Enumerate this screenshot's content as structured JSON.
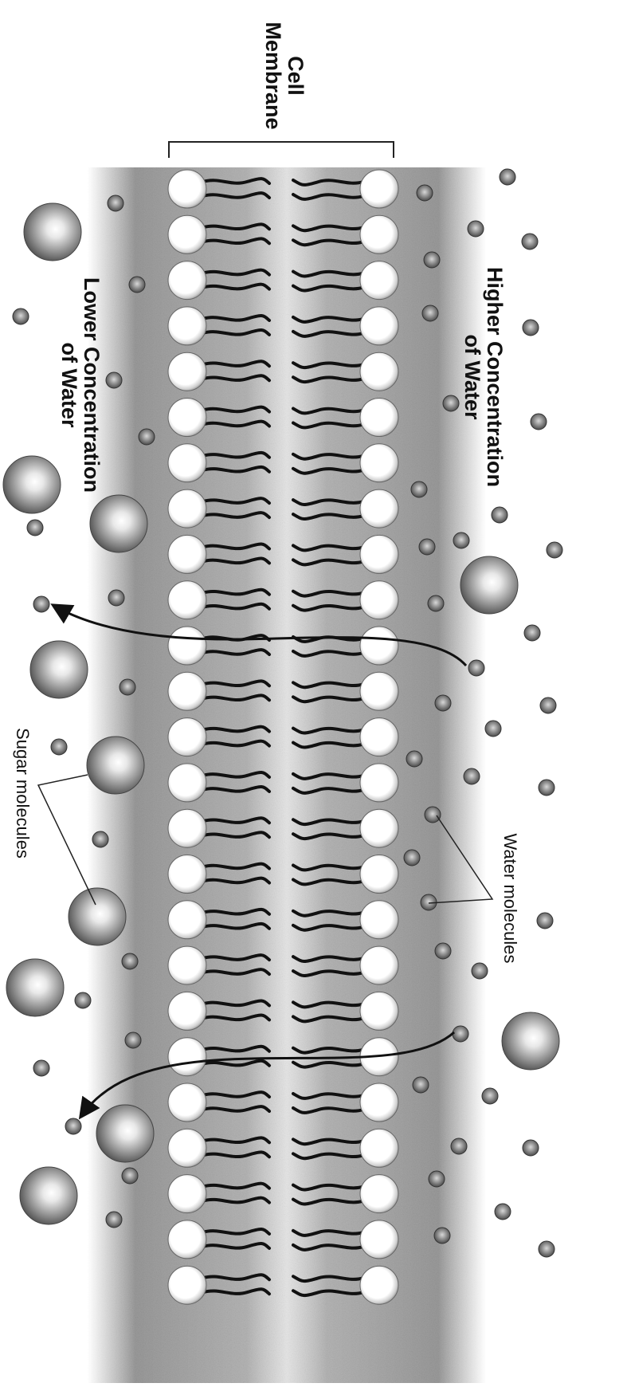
{
  "labels": {
    "cell_membrane": [
      "Cell",
      "Membrane"
    ],
    "higher_concentration": [
      "Higher Concentration",
      "of Water"
    ],
    "lower_concentration": [
      "Lower Concentration",
      "of Water"
    ],
    "water_molecules": "Water molecules",
    "sugar_molecules": "Sugar molecules"
  },
  "colors": {
    "membrane_shade": "#8a8a8a",
    "head_fill": "#ffffff",
    "tail_stroke": "#111111",
    "arrow": "#111111",
    "water_molecule": "#555555",
    "sugar_molecule": "#6a6a6a"
  }
}
